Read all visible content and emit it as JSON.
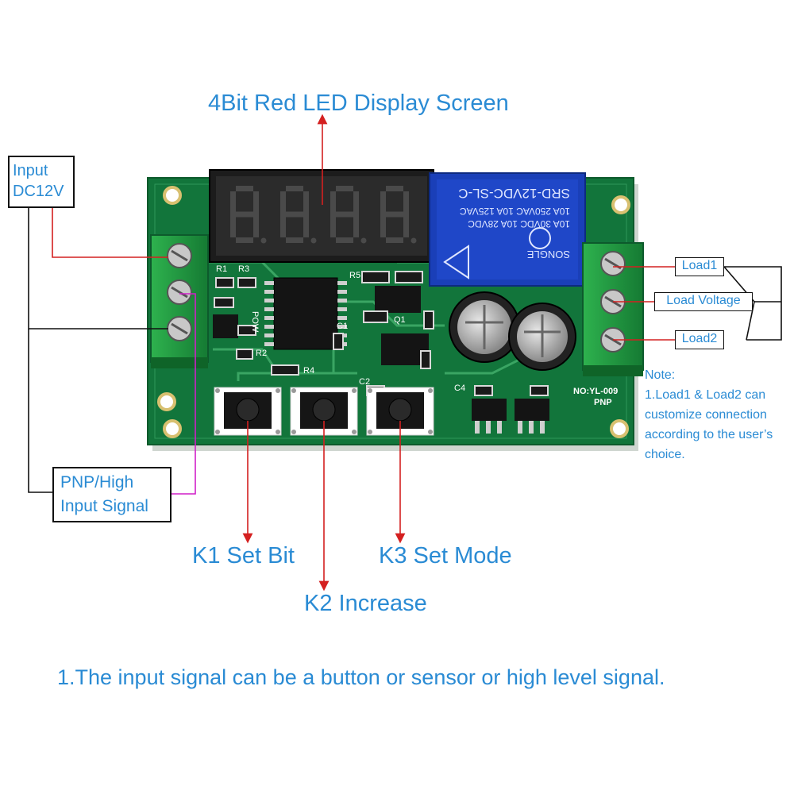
{
  "title": "4Bit Red LED Display Screen",
  "input_power": {
    "line1": "Input",
    "line2": "DC12V"
  },
  "input_signal": {
    "line1": "PNP/High",
    "line2": "Input Signal"
  },
  "buttons": [
    {
      "key": "K1",
      "label": "K1 Set Bit"
    },
    {
      "key": "K2",
      "label": "K2 Increase"
    },
    {
      "key": "K3",
      "label": "K3 Set Mode"
    }
  ],
  "loads": [
    "Load1",
    "Load Voltage",
    "Load2"
  ],
  "note": {
    "heading": "Note:",
    "lines": [
      "1.Load1 & Load2 can",
      "customize connection",
      "according to the user’s",
      "choice."
    ]
  },
  "footnote": "1.The input signal can be a button or sensor or high level signal.",
  "board": {
    "model": "NO:YL-009",
    "type": "PNP",
    "relay_lines": [
      "SRD-12VDC-SL-C",
      "10A 250VAC  10A 125VAC",
      "10A 30VDC   10A 28VDC"
    ],
    "relay_brand": "SONGLE",
    "silkscreen": [
      "R1",
      "R3",
      "R5",
      "R2",
      "R4",
      "C1",
      "C2",
      "C4",
      "Q1",
      "POW"
    ]
  },
  "colors": {
    "text": "#2a8bd4",
    "arrow": "#d42020",
    "signal_line": "#d01fc8",
    "pcb": "#12753b",
    "terminal": "#1f9a3f",
    "relay": "#1a3fb8"
  }
}
